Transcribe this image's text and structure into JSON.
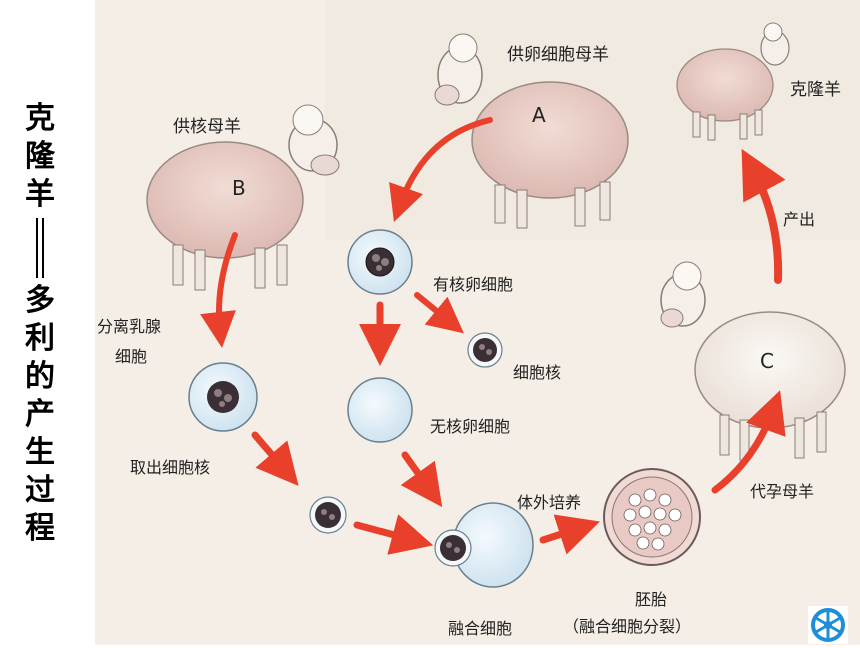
{
  "side_title": {
    "chars_top": [
      "克",
      "隆",
      "羊"
    ],
    "chars_bottom": [
      "多",
      "利",
      "的",
      "产",
      "生",
      "过",
      "程"
    ]
  },
  "labels": {
    "egg_donor": "供卵细胞母羊",
    "nucleus_donor": "供核母羊",
    "sheep_a": "A",
    "sheep_b": "B",
    "sheep_c": "C",
    "cloned_sheep": "克隆羊",
    "output": "产出",
    "nucleated_egg": "有核卵细胞",
    "cell_nucleus": "细胞核",
    "enucleated_egg": "无核卵细胞",
    "isolate_line1": "分离乳腺",
    "isolate_line2": "细胞",
    "extract_nucleus": "取出细胞核",
    "in_vitro_culture": "体外培养",
    "fused_cell": "融合细胞",
    "embryo": "胚胎",
    "embryo_note": "（融合细胞分裂）",
    "surrogate": "代孕母羊"
  },
  "colors": {
    "arrow": "#e8402a",
    "background_panel": "#f3ece4",
    "egg_fill": "#dcebf4",
    "sheep_wool": "#f4efe9",
    "sheep_pink": "#e6c6c0",
    "help_icon": "#1e8fd6"
  },
  "icons": {
    "help": "help-wheel-icon"
  }
}
